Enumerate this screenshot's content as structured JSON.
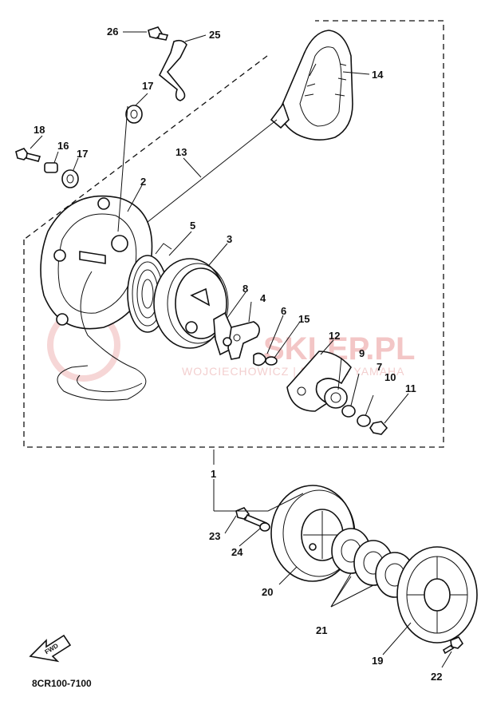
{
  "callouts": [
    {
      "label": "1"
    },
    {
      "label": "2"
    },
    {
      "label": "3"
    },
    {
      "label": "4"
    },
    {
      "label": "5"
    },
    {
      "label": "6"
    },
    {
      "label": "7"
    },
    {
      "label": "8"
    },
    {
      "label": "9"
    },
    {
      "label": "10"
    },
    {
      "label": "11"
    },
    {
      "label": "12"
    },
    {
      "label": "13"
    },
    {
      "label": "14"
    },
    {
      "label": "15"
    },
    {
      "label": "16"
    },
    {
      "label": "17"
    },
    {
      "label": "17"
    },
    {
      "label": "18"
    },
    {
      "label": "19"
    },
    {
      "label": "20"
    },
    {
      "label": "21"
    },
    {
      "label": "22"
    },
    {
      "label": "23"
    },
    {
      "label": "24"
    },
    {
      "label": "25"
    },
    {
      "label": "26"
    }
  ],
  "diagram_code": "8CR100-7100",
  "fwd_label": "FWD",
  "watermark": {
    "main": "SKLEP.PL",
    "sub": "WOJCIECHOWICZ | DEALER YAMAHA"
  }
}
